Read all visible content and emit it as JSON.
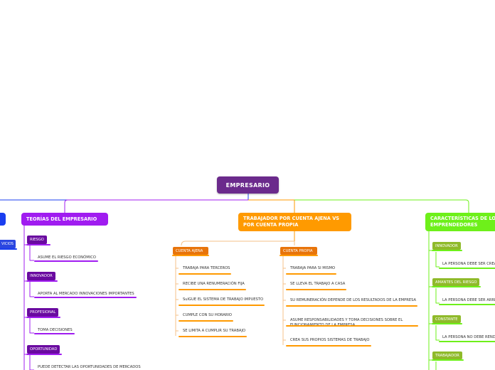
{
  "colors": {
    "root": "#6b2a8c",
    "purple": "#a01cf0",
    "purple_dark": "#6a0aa0",
    "orange": "#ff9a00",
    "orange_dark": "#e8740a",
    "green": "#6ef01a",
    "green_dark": "#8fba2a",
    "blue": "#1a3ef0",
    "blue_dark": "#2a46e0"
  },
  "root": {
    "label": "EMPRESARIO"
  },
  "left_branch": {
    "main_label": "",
    "sub_label": "VICIOS"
  },
  "teorias": {
    "label": "TEORÍAS DEL EMPRESARIO",
    "items": [
      {
        "label": "RIESGO",
        "leaf": "ASUME EL RIESGO ECONÓMICO"
      },
      {
        "label": "INNOVADOR",
        "leaf": "APORTA AL MERCADO INNOVACIONES IMPORTANTES"
      },
      {
        "label": "PROFESIONAL",
        "leaf": "TOMA DECISIONES"
      },
      {
        "label": "OPORTUNIDAD",
        "leaf": "PUEDE DETECTAR LAS OPORTUNIDADES DE MERCADOS"
      }
    ]
  },
  "trabajador": {
    "label": "TRABAJADOR POR CUENTA AJENA VS POR CUENTA PROPIA",
    "ajena": {
      "label": "CUENTA AJENA",
      "leaves": [
        "TRABAJA PARA TERCEROS",
        "RECIBE UNA RENUMERACIÓN FIJA",
        "SuIGUE EL SISTEMA DE TRABAJO IMPUESTO",
        "CUMPLE CON SU HORARIO",
        "SE LIMITA A CUMPLIR SU TRABAJO"
      ]
    },
    "propia": {
      "label": "CUENTA PROPIA",
      "leaves": [
        "TRABAJA PARA SI MISMO",
        "SE LLEVA EL TRABAJO A CASA",
        "SU REMUNERACIÓN DEPENDE DE LOS RESULTADOS DE LA EMPRESA",
        "ASUME RESPONSABILIDADES Y TOMA DECISIONES SOBRE EL FUNCIONAMIENTO DE LA EMPRESA",
        "CREA SUS PROPIOS SISTEMAS DE TRABAJO"
      ]
    }
  },
  "caracteristicas": {
    "label": "CARACTERÍSTICAS DE LOS EMPRENDEDORES",
    "items": [
      {
        "label": "INNOVADOR",
        "leaf": "LA PERSONA DEBE SER CREATIVA"
      },
      {
        "label": "AMANTES DEL RIESGO",
        "leaf": "LA PERSONA DEBE SER ARRIESGADA"
      },
      {
        "label": "CONSTANTE",
        "leaf": "LA PERSONA NO DEBE RENDIRSE"
      },
      {
        "label": "TRABAJADOR",
        "leaf": ""
      }
    ]
  }
}
